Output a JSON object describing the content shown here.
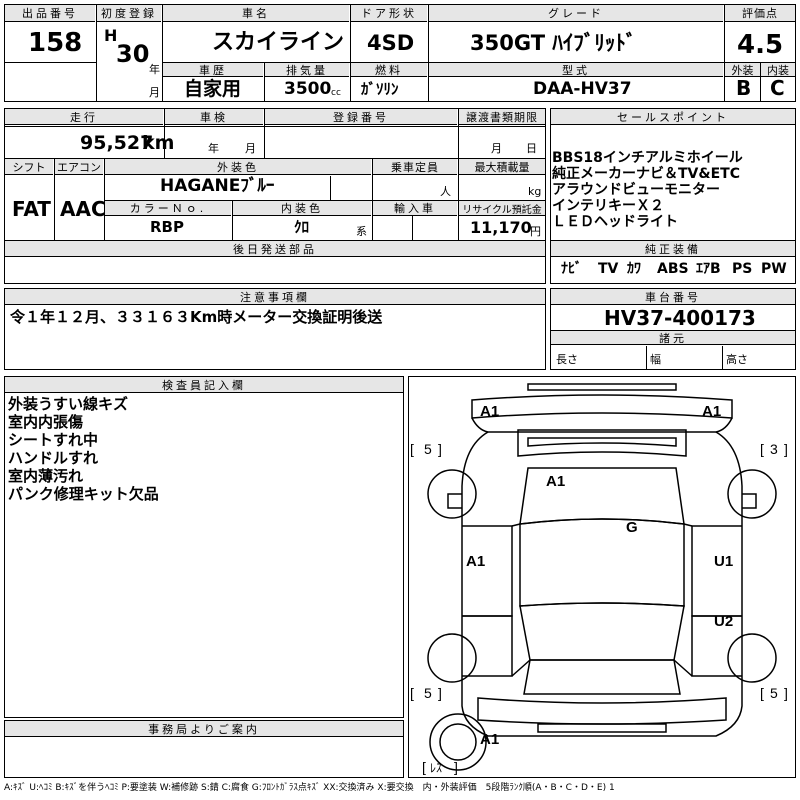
{
  "lot": {
    "label": "出品番号",
    "value": "158"
  },
  "first_reg": {
    "label": "初度登録",
    "era": "H",
    "year": "30",
    "year_unit": "年",
    "month_unit": "月"
  },
  "car_name": {
    "label": "車名",
    "value": "スカイライン"
  },
  "door": {
    "label": "ドア形状",
    "value": "4SD"
  },
  "grade": {
    "label": "グレード",
    "value": "350GT ﾊｲﾌﾞﾘｯﾄﾞ"
  },
  "score": {
    "label": "評価点",
    "value": "4.5",
    "ext_label": "外装",
    "int_label": "内装",
    "ext": "B",
    "int": "C"
  },
  "history": {
    "label": "車歴",
    "value": "自家用"
  },
  "displacement": {
    "label": "排気量",
    "value": "3500",
    "unit": "cc"
  },
  "fuel": {
    "label": "燃料",
    "value": "ｶﾞｿﾘﾝ"
  },
  "model": {
    "label": "型式",
    "value": "DAA-HV37"
  },
  "mileage": {
    "label": "走行",
    "value": "95,527",
    "unit": "km"
  },
  "inspection": {
    "label": "車検",
    "year_unit": "年",
    "month_unit": "月"
  },
  "plate": {
    "label": "登録番号"
  },
  "transfer": {
    "label": "譲渡書類期限",
    "month_unit": "月",
    "day_unit": "日"
  },
  "shift": {
    "label": "シフト",
    "value": "FAT"
  },
  "aircon": {
    "label": "エアコン",
    "value": "AAC"
  },
  "exterior_color": {
    "label": "外装色",
    "value": "HAGANEﾌﾞﾙｰ"
  },
  "capacity": {
    "label": "乗車定員",
    "unit": "人"
  },
  "max_load": {
    "label": "最大積載量",
    "unit": "kg"
  },
  "color_no": {
    "label": "カラーＮｏ.",
    "value": "RBP"
  },
  "interior_color": {
    "label": "内装色",
    "value": "ｸﾛ",
    "unit": "系"
  },
  "import": {
    "label": "輸入車"
  },
  "recycle": {
    "label": "リサイクル預託金",
    "value": "11,170",
    "unit": "円"
  },
  "later_parts": {
    "label": "後日発送部品"
  },
  "notice": {
    "label": "注意事項欄",
    "value": "令１年１２月、３３１６３Km時メーター交換証明後送"
  },
  "sales_points": {
    "label": "セールスポイント",
    "items": [
      "BBS18インチアルミホイール",
      "純正メーカーナビ＆TV&ETC",
      "アラウンドビューモニター",
      "インテリキーＸ２",
      "ＬＥＤヘッドライト"
    ]
  },
  "equipment": {
    "label": "純正装備",
    "items": [
      "ﾅﾋﾞ",
      "TV",
      "ｶﾜ",
      "ABS",
      "ｴｱB",
      "PS",
      "PW"
    ]
  },
  "chassis": {
    "label": "車台番号",
    "value": "HV37-400173"
  },
  "specs": {
    "label": "諸元",
    "length": "長さ",
    "width": "幅",
    "height": "高さ"
  },
  "inspector": {
    "label": "検査員記入欄",
    "items": [
      "外装うすい線キズ",
      "室内内張傷",
      "シートすれ中",
      "ハンドルすれ",
      "室内薄汚れ",
      "パンク修理キット欠品"
    ]
  },
  "office": {
    "label": "事務局よりご案内"
  },
  "diagram": {
    "marks": {
      "a1_fl": "A1",
      "a1_fr": "A1",
      "a1_roof": "A1",
      "g": "G",
      "a1_left": "A1",
      "u1": "U1",
      "u2": "U2",
      "a1_rear": "A1"
    },
    "tires": {
      "fl": "5",
      "fr": "3",
      "rl": "5",
      "rr": "5",
      "spare": "ﾚｽ"
    }
  },
  "legend": "A:ｷｽﾞ U:ﾍｺﾐ B:ｷｽﾞを伴うﾍｺﾐ P:要塗装 W:補修跡 S:錆 C:腐食 G:ﾌﾛﾝﾄｶﾞﾗｽ点ｷｽﾞ XX:交換済み X:要交換　内・外装評価　5段階ﾗﾝｸ順(A・B・C・D・E) 1"
}
